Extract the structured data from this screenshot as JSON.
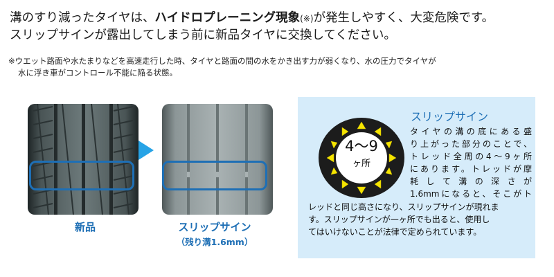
{
  "headline": {
    "line1_a": "溝のすり減ったタイヤは、",
    "line1_bold": "ハイドロプレーニング現象",
    "line1_mark": "(※)",
    "line1_b": "が発生しやすく、大変危険です。",
    "line2": "スリップサインが露出してしまう前に新品タイヤに交換してください。"
  },
  "footnote": {
    "line1": "※ウエット路面や水たまりなどを高速走行した時、タイヤと路面の間の水をかき出す力が弱くなり、水の圧力でタイヤが",
    "line2": "水に浮き車がコントロール不能に陥る状態。"
  },
  "tires": {
    "new_label": "新品",
    "slip_label": "スリップサイン",
    "slip_remaining": "（残り溝1.6mm）"
  },
  "slip_panel": {
    "diagram_line1": "4〜9",
    "diagram_line2": "ヶ所",
    "title": "スリップサイン",
    "body_lines": [
      "タイヤの溝の底にある盛",
      "り上がった部分のことで、",
      "トレッド全周の4〜9ヶ所",
      "にあります。トレッドが摩",
      "耗 し て 溝 の 深 さ が",
      "1.6mmになると、そこがト"
    ],
    "bottom_lines": [
      "レッドと同じ高さになり、スリップサインが現れま",
      "す。スリップサインが一ヶ所でも出ると、使用し",
      "てはいけないことが法律で定められています。"
    ]
  },
  "colors": {
    "accent_blue": "#1e6fb5",
    "arrow_blue": "#27a3e6",
    "panel_bg": "#d6ecfa",
    "marker_yellow": "#f5e400"
  }
}
